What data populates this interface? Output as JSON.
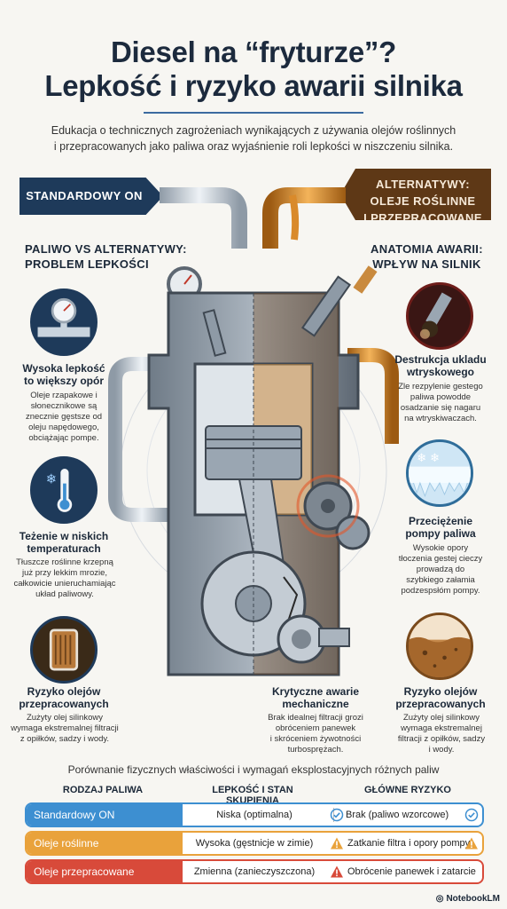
{
  "header": {
    "title_line1": "Diesel na “fryturze”?",
    "title_line2": "Lepkość i ryzyko awarii silnika",
    "subtitle_line1": "Edukacja o technicznych zagrożeniach wynikających z używania olejów roślinnych",
    "subtitle_line2": "i przepracowanych jako paliwa oraz wyjaśnienie roli lepkości w niszczeniu silnika."
  },
  "banners": {
    "left": "STANDARDOWY ON",
    "right_line1": "ALTERNATYWY:",
    "right_line2": "OLEJE ROŚLINNE",
    "right_line3": "I PRZEPRACOWANE"
  },
  "left_panel": {
    "heading_line1": "PALIWO VS ALTERNATYWY:",
    "heading_line2": "PROBLEM LEPKOŚCI",
    "items": [
      {
        "icon": "pressure-gauge-icon",
        "title_line1": "Wysoka lepkość",
        "title_line2": "to większy opór",
        "text": [
          "Oleje rzapakowe i",
          "słonecznikowe są",
          "znecznie gęstsze od",
          "oleju napędowego,",
          "obciążając pompe."
        ]
      },
      {
        "icon": "thermometer-snowflake-icon",
        "title_line1": "Teżenie w niskich",
        "title_line2": "temperaturach",
        "text": [
          "Tłuszcze roślinne krzepną",
          "już przy lekkim mrozie,",
          "całkowicie unieruchamiając",
          "układ paliwowy."
        ]
      },
      {
        "icon": "oil-filter-icon",
        "title_line1": "Ryzyko olejów",
        "title_line2": "przepracowanych",
        "text": [
          "Zużyty olej silinkowy",
          "wymaga ekstremalnej filtracji",
          "z opiłków, sadzy i wody."
        ]
      }
    ]
  },
  "right_panel": {
    "heading_line1": "ANATOMIA AWARII:",
    "heading_line2": "WPŁYW NA SILNIK",
    "items": [
      {
        "icon": "clogged-injector-icon",
        "title_line1": "Destrukcja ukladu",
        "title_line2": "wtryskowego",
        "text": [
          "Zle rezpylenie gestego",
          "paliwa powodde",
          "osadzanie się nagaru",
          "na wtryskiwaczach."
        ]
      },
      {
        "icon": "frozen-pump-icon",
        "title_line1": "Przeciężenie",
        "title_line2": "pompy paliwa",
        "text": [
          "Wysokie opory",
          "tłoczenia gestej cieczy",
          "prowadzą do",
          "szybkiego załamia",
          "podzespsłóm pompy."
        ]
      },
      {
        "icon": "sludge-icon",
        "title_line1": "Ryzyko olejów",
        "title_line2": "przepracowanych",
        "text": [
          "Zużyty olej silinkowy",
          "wymaga ekstremalnej",
          "filtracji z opiłków, sadzy",
          "i wody."
        ]
      }
    ]
  },
  "center_callout": {
    "title_line1": "Krytyczne awarie",
    "title_line2": "mechaniczne",
    "text": [
      "Brak idealnej filtracji grozi",
      "obróceniem panewek",
      "i skróceniem żywotności",
      "turbosprężach."
    ]
  },
  "comparison": {
    "caption": "Porównanie fizycznych właściwości i wymagań eksplostacyjnych różnych paliw",
    "headers": [
      "RODZAJ PALIWA",
      "LEPKOŚĆ I STAN SKUPIENIA",
      "GŁÓWNE RYZYKO"
    ],
    "rows": [
      {
        "name": "Standardowy ON",
        "viscosity": "Niska (optimalna)",
        "risk": "Brak (paliwo wzorcowe)",
        "status": "ok",
        "color": "#3d8fd1"
      },
      {
        "name": "Oleje roślinne",
        "viscosity": "Wysoka (gęstnicje w zimie)",
        "risk": "Zatkanie filtra i opory pompy",
        "status": "warning",
        "color": "#e9a23b"
      },
      {
        "name": "Oleje przepracowane",
        "viscosity": "Zmienna (zanieczyszczona)",
        "risk": "Obrócenie panewek i zatarcie",
        "status": "danger",
        "color": "#d84a3a"
      }
    ]
  },
  "brand": "NotebookLM",
  "colors": {
    "navy": "#1e3a5a",
    "amber": "#d98a2b",
    "rust": "#5e3816",
    "steel": "#9aa6b2"
  }
}
